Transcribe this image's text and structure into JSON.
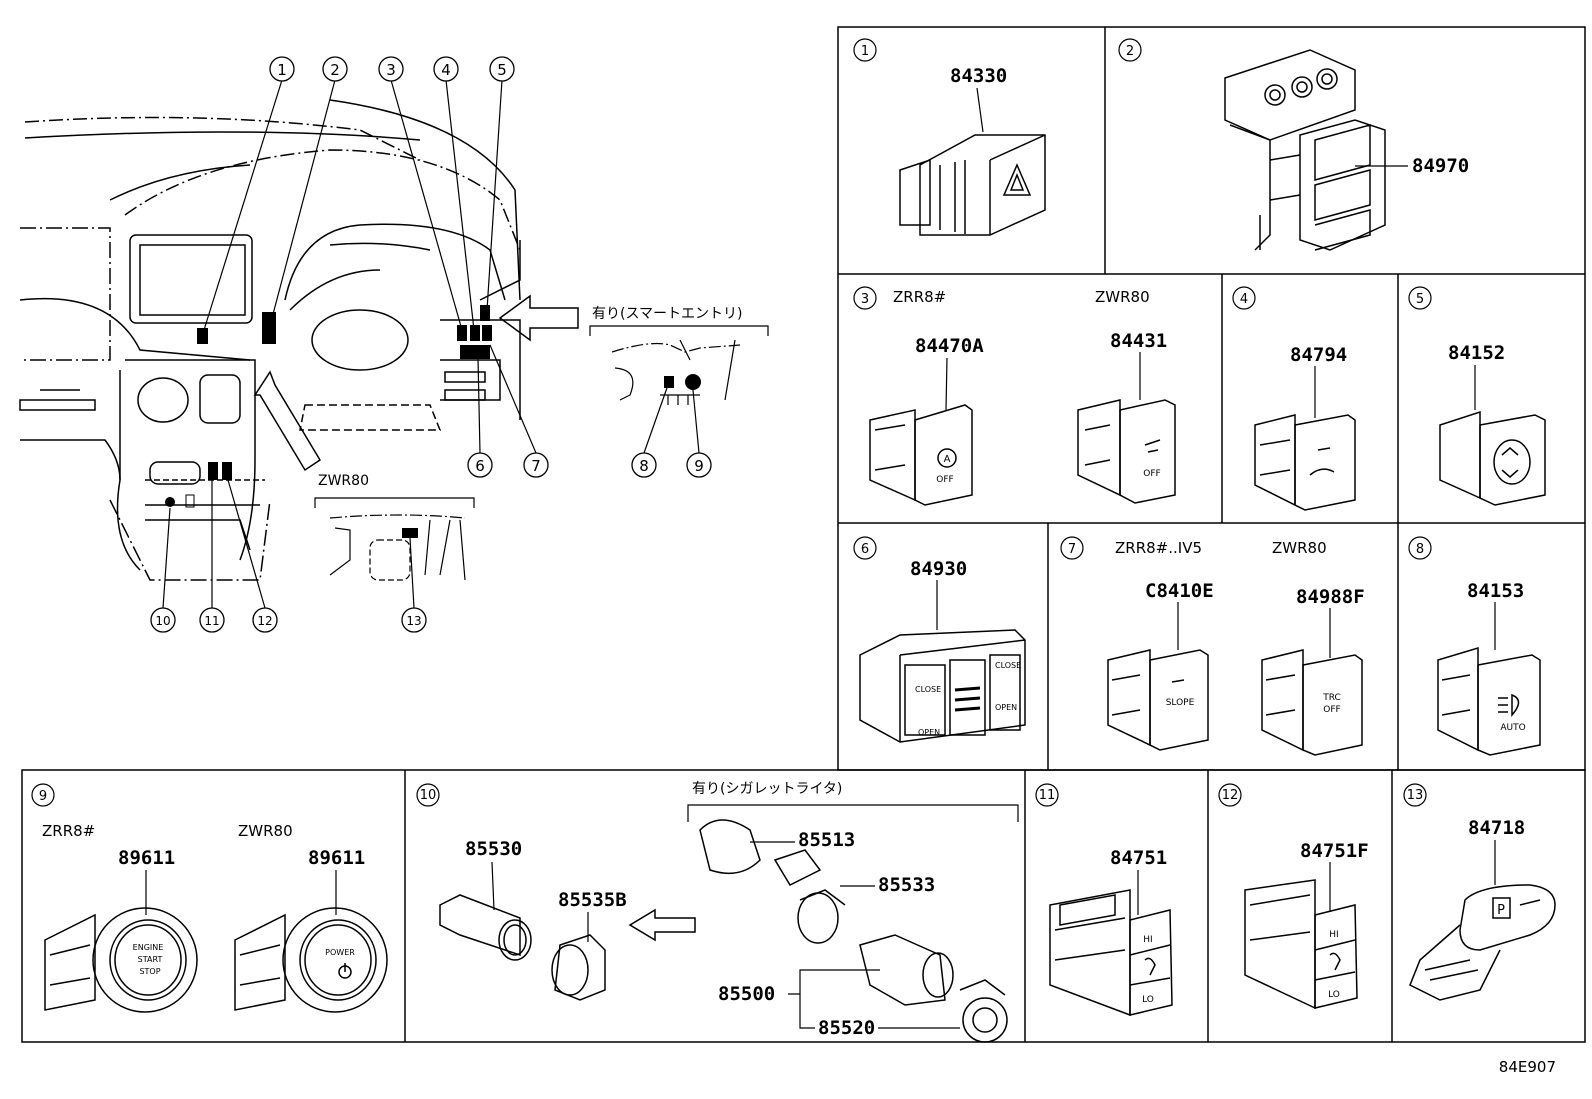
{
  "diagram_code": "84E907",
  "callouts": [
    "1",
    "2",
    "3",
    "4",
    "5",
    "6",
    "7",
    "8",
    "9",
    "10",
    "11",
    "12",
    "13"
  ],
  "overview": {
    "smart_entry_label": "有り(スマートエントリ)",
    "zwr80_label": "ZWR80"
  },
  "panels": {
    "p1": {
      "num": "1",
      "parts": [
        "84330"
      ]
    },
    "p2": {
      "num": "2",
      "parts": [
        "84970"
      ]
    },
    "p3": {
      "num": "3",
      "variants": [
        "ZRR8#",
        "ZWR80"
      ],
      "parts": [
        "84470A",
        "84431"
      ]
    },
    "p4": {
      "num": "4",
      "parts": [
        "84794"
      ]
    },
    "p5": {
      "num": "5",
      "parts": [
        "84152"
      ]
    },
    "p6": {
      "num": "6",
      "parts": [
        "84930"
      ]
    },
    "p7": {
      "num": "7",
      "variants": [
        "ZRR8#..IV5",
        "ZWR80"
      ],
      "parts": [
        "C8410E",
        "84988F"
      ]
    },
    "p8": {
      "num": "8",
      "parts": [
        "84153"
      ]
    },
    "p9": {
      "num": "9",
      "variants": [
        "ZRR8#",
        "ZWR80"
      ],
      "parts": [
        "89611",
        "89611"
      ]
    },
    "p10": {
      "num": "10",
      "option_label": "有り(シガレットライタ)",
      "parts": [
        "85530",
        "85535B",
        "85513",
        "85533",
        "85500",
        "85520"
      ]
    },
    "p11": {
      "num": "11",
      "parts": [
        "84751"
      ]
    },
    "p12": {
      "num": "12",
      "parts": [
        "84751F"
      ]
    },
    "p13": {
      "num": "13",
      "parts": [
        "84718"
      ]
    }
  },
  "switch_text": {
    "engine": [
      "ENGINE",
      "START",
      "STOP"
    ],
    "power": "POWER",
    "slope": "SLOPE",
    "trc": [
      "TRC",
      "OFF"
    ],
    "auto": "AUTO",
    "off": "OFF",
    "a": "A",
    "hi": "HI",
    "lo": "LO",
    "close": "CLOSE",
    "open": "OPEN",
    "p": "P"
  }
}
